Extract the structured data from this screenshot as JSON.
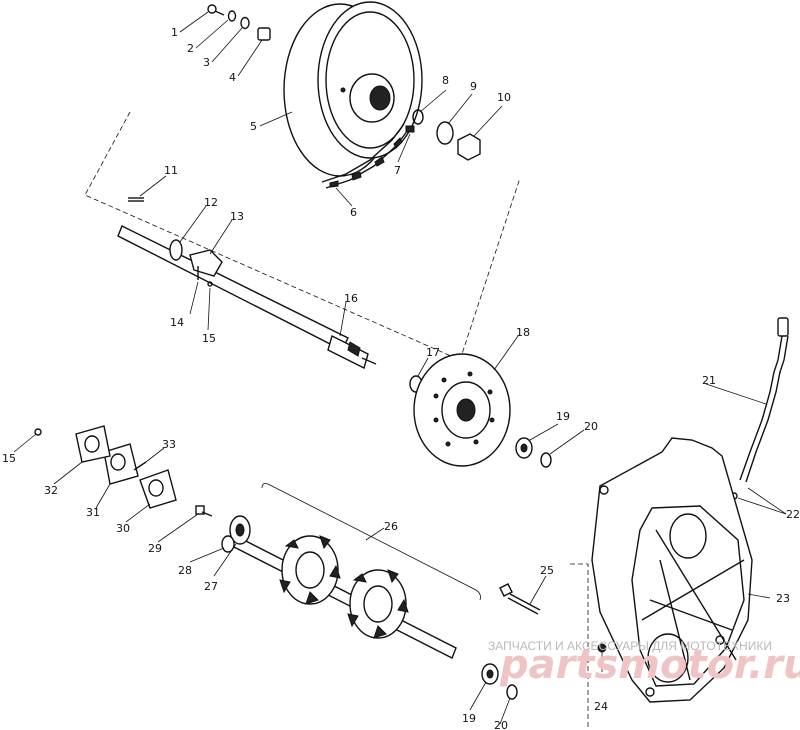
{
  "callouts": [
    "1",
    "2",
    "3",
    "4",
    "5",
    "6",
    "7",
    "8",
    "9",
    "10",
    "11",
    "12",
    "13",
    "14",
    "15",
    "16",
    "17",
    "18",
    "19",
    "20",
    "21",
    "22",
    "23",
    "24",
    "25",
    "26",
    "27",
    "28",
    "29",
    "30",
    "31",
    "32",
    "33"
  ],
  "watermark": {
    "subtitle": "ЗАПЧАСТИ И АКСЕССУАРЫ ДЛЯ МОТОТЕХНИКИ",
    "logo": "partsmotor.ru"
  }
}
